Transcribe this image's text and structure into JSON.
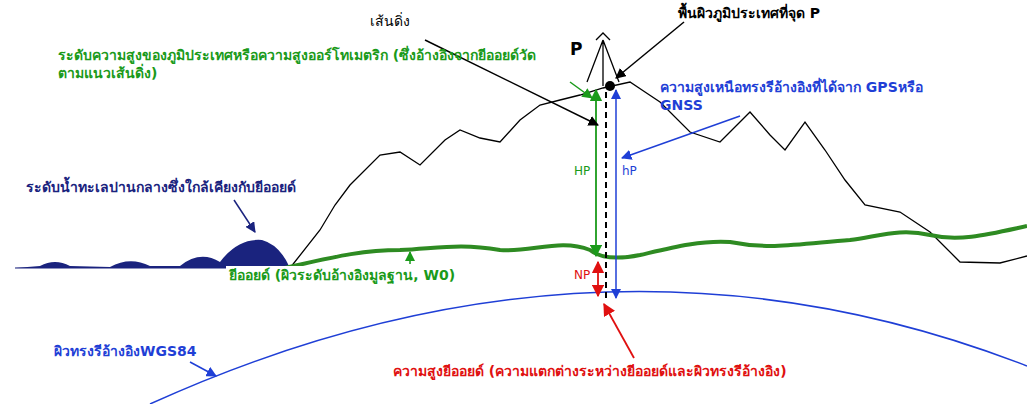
{
  "diagram": {
    "labels": [
      "เส้นดิ่ง",
      "P",
      "พื้นผิวภูมิประเทศที่จุด P",
      "ระดับความสูงของภูมิประเทศหรือความสูงออร์โทเมตริก (ซึ่งอ้างอิงจากยีออยด์วัดตามแนวเส้นดิ่ง)",
      "ความสูงเหนือทรงรีอ้างอิงที่ได้จาก GPSหรือ GNSS",
      "HP",
      "hP",
      "ระดับน้ำทะเลปานกลางซึ่งใกล้เคียงกับยีออยด์",
      "NP",
      "ยีออยด์ (ผิวระดับอ้างอิงมูลฐาน, W0)",
      "ผิวทรงรีอ้างอิงWGS84",
      "ความสูงยีออยด์ (ความแตกต่างระหว่างยีออยด์และผิวทรงรีอ้างอิง)"
    ]
  }
}
